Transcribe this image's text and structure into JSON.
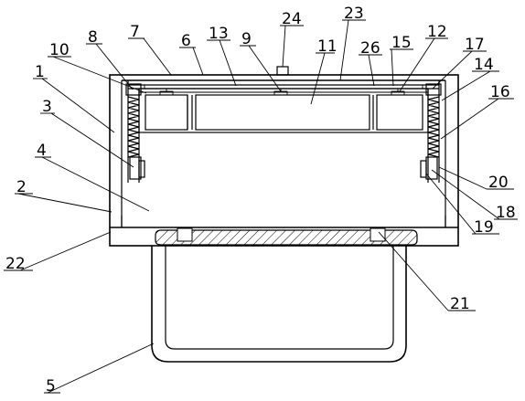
{
  "labels": {
    "l1": "1",
    "l2": "2",
    "l3": "3",
    "l4": "4",
    "l5": "5",
    "l6": "6",
    "l7": "7",
    "l8": "8",
    "l9": "9",
    "l10": "10",
    "l11": "11",
    "l12": "12",
    "l13": "13",
    "l14": "14",
    "l15": "15",
    "l16": "16",
    "l17": "17",
    "l18": "18",
    "l19": "19",
    "l20": "20",
    "l21": "21",
    "l22": "22",
    "l23": "23",
    "l24": "24",
    "l26": "26"
  }
}
